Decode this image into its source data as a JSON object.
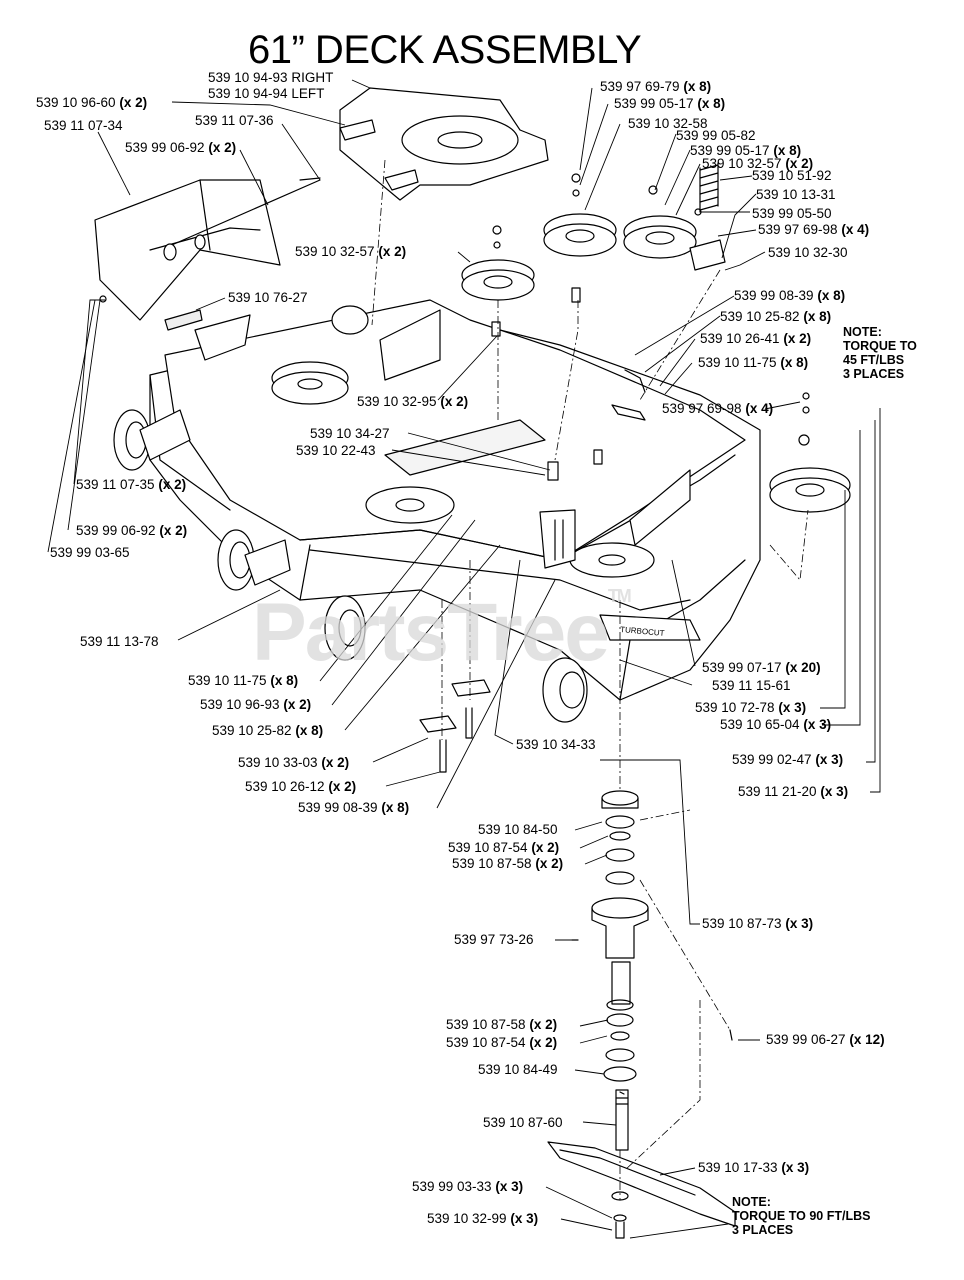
{
  "title": "61” DECK ASSEMBLY",
  "watermark": "PartsTree",
  "watermark_mark": "TM",
  "notes": {
    "torque45": [
      "NOTE:",
      "TORQUE TO",
      "45 FT/LBS",
      "3 PLACES"
    ],
    "torque90": [
      "NOTE:",
      "TORQUE TO 90 FT/LBS",
      "3 PLACES"
    ]
  },
  "parts": [
    {
      "id": "p1",
      "num": "539 10 94-93 RIGHT",
      "qty": ""
    },
    {
      "id": "p2",
      "num": "539 10 94-94 LEFT",
      "qty": ""
    },
    {
      "id": "p3",
      "num": "539 10 96-60",
      "qty": "(x 2)"
    },
    {
      "id": "p4",
      "num": "539 11 07-34",
      "qty": ""
    },
    {
      "id": "p5",
      "num": "539 11 07-36",
      "qty": ""
    },
    {
      "id": "p6",
      "num": "539 99 06-92",
      "qty": "(x 2)"
    },
    {
      "id": "p7",
      "num": "539 97 69-79",
      "qty": "(x 8)"
    },
    {
      "id": "p8",
      "num": "539 99 05-17",
      "qty": "(x 8)"
    },
    {
      "id": "p9",
      "num": "539 10 32-58",
      "qty": ""
    },
    {
      "id": "p10",
      "num": "539 99 05-82",
      "qty": ""
    },
    {
      "id": "p11",
      "num": "539 99 05-17",
      "qty": "(x 8)"
    },
    {
      "id": "p12",
      "num": "539 10 32-57",
      "qty": "(x 2)"
    },
    {
      "id": "p13",
      "num": "539 10 51-92",
      "qty": ""
    },
    {
      "id": "p14",
      "num": "539 10 13-31",
      "qty": ""
    },
    {
      "id": "p15",
      "num": "539 99 05-50",
      "qty": ""
    },
    {
      "id": "p16",
      "num": "539 97 69-98",
      "qty": "(x 4)"
    },
    {
      "id": "p17",
      "num": "539 10 32-57",
      "qty": "(x 2)"
    },
    {
      "id": "p18",
      "num": "539 10 32-30",
      "qty": ""
    },
    {
      "id": "p19",
      "num": "539 10 76-27",
      "qty": ""
    },
    {
      "id": "p20",
      "num": "539 99 08-39",
      "qty": "(x 8)"
    },
    {
      "id": "p21",
      "num": "539 10 25-82",
      "qty": "(x 8)"
    },
    {
      "id": "p22",
      "num": "539 10 26-41",
      "qty": "(x 2)"
    },
    {
      "id": "p23",
      "num": "539 10 11-75",
      "qty": "(x 8)"
    },
    {
      "id": "p24",
      "num": "539 10 32-95",
      "qty": "(x 2)"
    },
    {
      "id": "p25",
      "num": "539 97 69-98",
      "qty": "(x 4)"
    },
    {
      "id": "p26",
      "num": "539 10 34-27",
      "qty": ""
    },
    {
      "id": "p27",
      "num": "539 10 22-43",
      "qty": ""
    },
    {
      "id": "p28",
      "num": "539 11 07-35",
      "qty": "(x 2)"
    },
    {
      "id": "p29",
      "num": "539 99 06-92",
      "qty": "(x 2)"
    },
    {
      "id": "p30",
      "num": "539 99 03-65",
      "qty": ""
    },
    {
      "id": "p31",
      "num": "539 11 13-78",
      "qty": ""
    },
    {
      "id": "p32",
      "num": "539 99 07-17",
      "qty": "(x 20)"
    },
    {
      "id": "p33",
      "num": "539 11 15-61",
      "qty": ""
    },
    {
      "id": "p34",
      "num": "539 10 11-75",
      "qty": "(x 8)"
    },
    {
      "id": "p35",
      "num": "539 10 72-78",
      "qty": "(x 3)"
    },
    {
      "id": "p36",
      "num": "539 10 96-93",
      "qty": "(x 2)"
    },
    {
      "id": "p37",
      "num": "539 10 65-04",
      "qty": "(x 3)"
    },
    {
      "id": "p38",
      "num": "539 10 25-82",
      "qty": "(x 8)"
    },
    {
      "id": "p39",
      "num": "539 10 34-33",
      "qty": ""
    },
    {
      "id": "p40",
      "num": "539 10 33-03",
      "qty": "(x 2)"
    },
    {
      "id": "p41",
      "num": "539 99 02-47",
      "qty": "(x 3)"
    },
    {
      "id": "p42",
      "num": "539 10 26-12",
      "qty": "(x 2)"
    },
    {
      "id": "p43",
      "num": "539 11 21-20",
      "qty": "(x 3)"
    },
    {
      "id": "p44",
      "num": "539 99 08-39",
      "qty": "(x 8)"
    },
    {
      "id": "p45",
      "num": "539 10 84-50",
      "qty": ""
    },
    {
      "id": "p46",
      "num": "539 10 87-54",
      "qty": "(x 2)"
    },
    {
      "id": "p47",
      "num": "539 10 87-58",
      "qty": "(x 2)"
    },
    {
      "id": "p48",
      "num": "539 10 87-73",
      "qty": "(x 3)"
    },
    {
      "id": "p49",
      "num": "539 97 73-26",
      "qty": ""
    },
    {
      "id": "p50",
      "num": "539 10 87-58",
      "qty": "(x 2)"
    },
    {
      "id": "p51",
      "num": "539 99 06-27",
      "qty": "(x 12)"
    },
    {
      "id": "p52",
      "num": "539 10 87-54",
      "qty": "(x 2)"
    },
    {
      "id": "p53",
      "num": "539 10 84-49",
      "qty": ""
    },
    {
      "id": "p54",
      "num": "539 10 87-60",
      "qty": ""
    },
    {
      "id": "p55",
      "num": "539 10 17-33",
      "qty": "(x 3)"
    },
    {
      "id": "p56",
      "num": "539 99 03-33",
      "qty": "(x 3)"
    },
    {
      "id": "p57",
      "num": "539 10 32-99",
      "qty": "(x 3)"
    }
  ]
}
